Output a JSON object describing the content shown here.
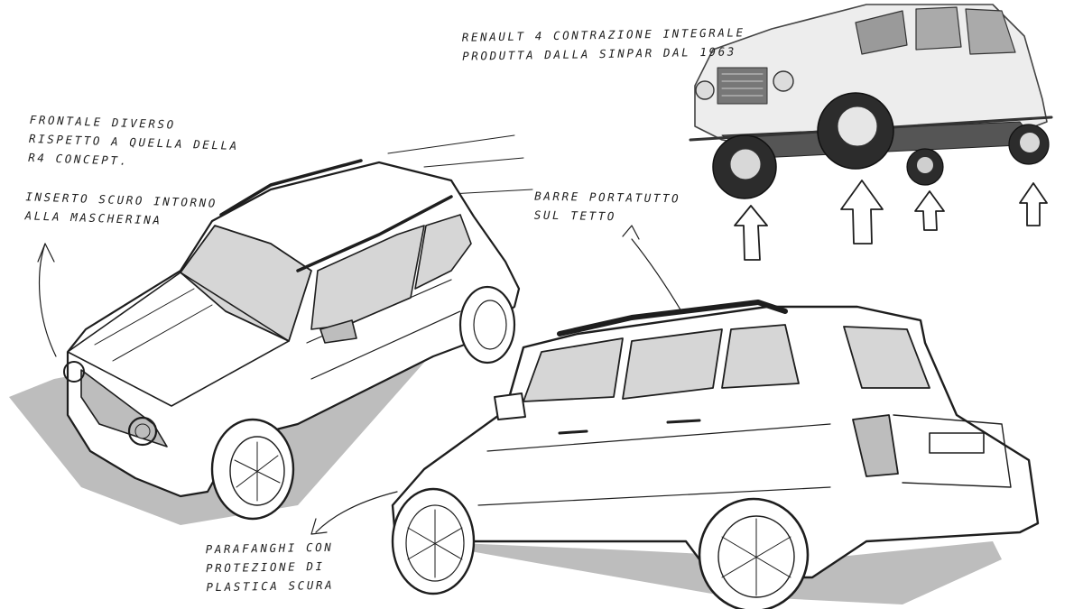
{
  "annotations": {
    "renault": [
      "RENAULT 4 CONTRAZIONE INTEGRALE",
      "PRODUTTA DALLA SINPAR DAL 1963"
    ],
    "frontale": [
      "FRONTALE DIVERSO",
      "RISPETTO A QUELLA DELLA",
      "R4 CONCEPT."
    ],
    "inserto": [
      "INSERTO SCURO INTORNO",
      "ALLA MASCHERINA"
    ],
    "barre": [
      "BARRE PORTATUTTO",
      "SUL TETTO"
    ],
    "parafanghi": [
      "PARAFANGHI CON",
      "PROTEZIONE DI",
      "PLASTICA SCURA"
    ]
  },
  "colors": {
    "ink": "#1e1e1e",
    "shadow": "#bdbdbd",
    "glass": "#d6d6d6",
    "photo_body": "#ededed"
  }
}
